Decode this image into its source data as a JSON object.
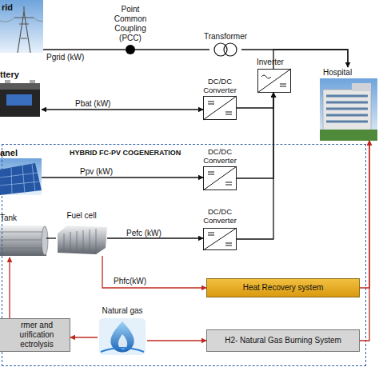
{
  "diagram": {
    "nodes": [
      {
        "text": [
          "rid"
        ]
      },
      {
        "text": [
          "Point Common Coupling (PCC)"
        ]
      },
      {
        "text": [
          "Transformer"
        ]
      },
      {
        "text": [
          "Inverter"
        ]
      },
      {
        "text": [
          "Hospital"
        ]
      },
      {
        "text": [
          "ttery"
        ]
      },
      {
        "text": [
          "DC/DC Converter"
        ]
      },
      {
        "text": [
          "HYBRID FC-PV COGENERATION"
        ]
      },
      {
        "text": [
          "anel"
        ],
        "in": 7
      },
      {
        "text": [
          "DC/DC Converter"
        ],
        "in": 7
      },
      {
        "text": [
          "Tank"
        ],
        "in": 7
      },
      {
        "text": [
          "Fuel cell"
        ],
        "in": 7
      },
      {
        "text": [
          "DC/DC Converter"
        ],
        "in": 7
      },
      {
        "text": [
          "Heat Recovery system"
        ],
        "in": 7
      },
      {
        "text": [
          "Natural gas"
        ],
        "in": 7
      },
      {
        "text": [
          "H2- Natural Gas Burning System"
        ],
        "in": 7
      },
      {
        "text": [
          "rmer and urification ectrolysis"
        ],
        "in": 7
      }
    ],
    "edges": [
      {
        "from": 0,
        "to": 1,
        "label": "Pgrid (kW)",
        "arrow": "none"
      },
      {
        "from": 1,
        "to": 2,
        "arrow": "none"
      },
      {
        "from": 2,
        "to": 4,
        "arrow": "none"
      },
      {
        "from": 3,
        "to": 4,
        "arrow": "to"
      },
      {
        "from": 5,
        "to": 6,
        "label": "Pbat (kW)",
        "arrow": "both"
      },
      {
        "from": 6,
        "to": 3,
        "arrow": "to"
      },
      {
        "from": 8,
        "to": 9,
        "label": "Ppv (kW)",
        "arrow": "to"
      },
      {
        "from": 9,
        "to": 3,
        "arrow": "to"
      },
      {
        "from": 10,
        "to": 11,
        "arrow": "none"
      },
      {
        "from": 11,
        "to": 12,
        "label": "Pefc (kW)",
        "arrow": "to"
      },
      {
        "from": 12,
        "to": 3,
        "arrow": "to"
      },
      {
        "from": 11,
        "to": 13,
        "label": "Phfc(kW)",
        "arrow": "to"
      },
      {
        "from": 13,
        "to": 4,
        "arrow": "to"
      },
      {
        "from": 14,
        "to": 16,
        "arrow": "to"
      },
      {
        "from": 14,
        "to": 15,
        "arrow": "to"
      },
      {
        "from": 15,
        "to": 4,
        "arrow": "to"
      },
      {
        "from": 16,
        "to": 10,
        "arrow": "to"
      }
    ]
  }
}
